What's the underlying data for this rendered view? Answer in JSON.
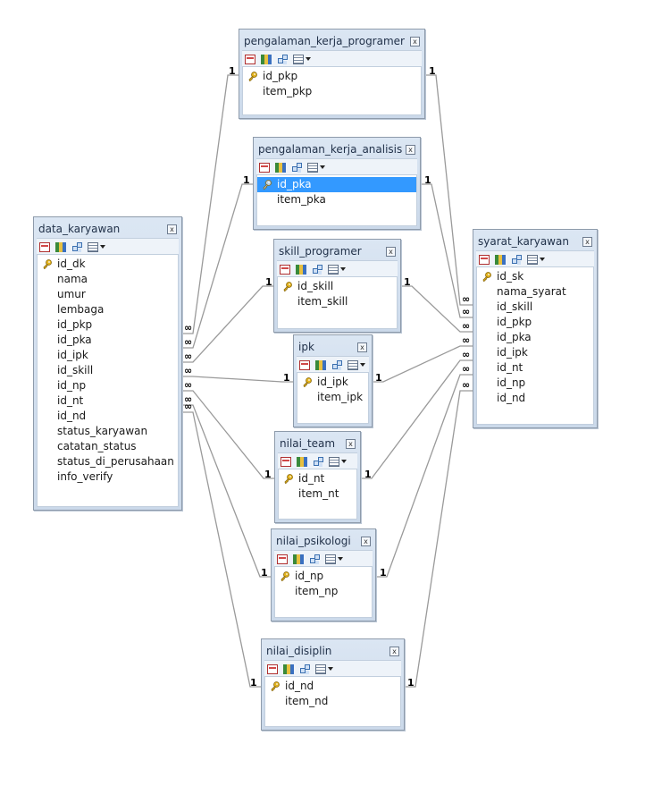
{
  "tables": [
    {
      "id": "pkp",
      "title": "pengalaman_kerja_programer",
      "fields": [
        {
          "name": "id_pkp",
          "key": true
        },
        {
          "name": "item_pkp"
        }
      ]
    },
    {
      "id": "pka",
      "title": "pengalaman_kerja_analisis",
      "fields": [
        {
          "name": "id_pka",
          "key": true,
          "selected": true
        },
        {
          "name": "item_pka"
        }
      ]
    },
    {
      "id": "dk",
      "title": "data_karyawan",
      "fields": [
        {
          "name": "id_dk",
          "key": true
        },
        {
          "name": "nama"
        },
        {
          "name": "umur"
        },
        {
          "name": "lembaga"
        },
        {
          "name": "id_pkp"
        },
        {
          "name": "id_pka"
        },
        {
          "name": "id_ipk"
        },
        {
          "name": "id_skill"
        },
        {
          "name": "id_np"
        },
        {
          "name": "id_nt"
        },
        {
          "name": "id_nd"
        },
        {
          "name": "status_karyawan"
        },
        {
          "name": "catatan_status"
        },
        {
          "name": "status_di_perusahaan"
        },
        {
          "name": "info_verify"
        }
      ]
    },
    {
      "id": "skill",
      "title": "skill_programer",
      "fields": [
        {
          "name": "id_skill",
          "key": true
        },
        {
          "name": "item_skill"
        }
      ]
    },
    {
      "id": "sk",
      "title": "syarat_karyawan",
      "fields": [
        {
          "name": "id_sk",
          "key": true
        },
        {
          "name": "nama_syarat"
        },
        {
          "name": "id_skill"
        },
        {
          "name": "id_pkp"
        },
        {
          "name": "id_pka"
        },
        {
          "name": "id_ipk"
        },
        {
          "name": "id_nt"
        },
        {
          "name": "id_np"
        },
        {
          "name": "id_nd"
        }
      ]
    },
    {
      "id": "ipk",
      "title": "ipk",
      "fields": [
        {
          "name": "id_ipk",
          "key": true
        },
        {
          "name": "item_ipk"
        }
      ]
    },
    {
      "id": "nt",
      "title": "nilai_team",
      "fields": [
        {
          "name": "id_nt",
          "key": true
        },
        {
          "name": "item_nt"
        }
      ]
    },
    {
      "id": "np",
      "title": "nilai_psikologi",
      "fields": [
        {
          "name": "id_np",
          "key": true
        },
        {
          "name": "item_np"
        }
      ]
    },
    {
      "id": "nd",
      "title": "nilai_disiplin",
      "fields": [
        {
          "name": "id_nd",
          "key": true
        },
        {
          "name": "item_nd"
        }
      ]
    }
  ],
  "labels": {
    "one": "1",
    "many": "∞",
    "close": "x"
  },
  "colors": {
    "line": "#9a9a9a",
    "header": "#d6e2f0",
    "selected": "#3399ff"
  }
}
